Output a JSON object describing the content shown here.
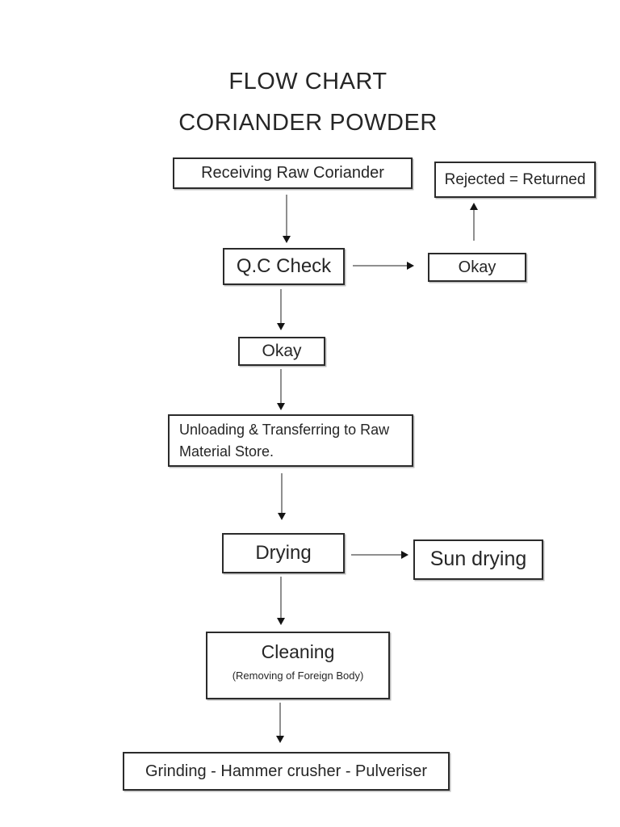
{
  "document": {
    "title": "FLOW CHART",
    "subtitle": "CORIANDER POWDER"
  },
  "nodes": {
    "receiving": {
      "label": "Receiving Raw Coriander"
    },
    "rejected": {
      "label": "Rejected = Returned"
    },
    "qc_check": {
      "label": "Q.C Check"
    },
    "okay_right": {
      "label": "Okay"
    },
    "okay_center": {
      "label": "Okay"
    },
    "unloading": {
      "line1": "Unloading & Transferring to Raw",
      "line2": "Material Store."
    },
    "drying": {
      "label": "Drying"
    },
    "sun_drying": {
      "label": "Sun drying"
    },
    "cleaning": {
      "label": "Cleaning",
      "sublabel": "(Removing of Foreign Body)"
    },
    "grinding": {
      "label": "Grinding - Hammer crusher - Pulveriser"
    }
  },
  "colors": {
    "page_bg": "#ffffff",
    "box_border": "#2b2b2b",
    "text": "#262626",
    "arrow_shaft": "#8f8f8f",
    "arrow_head": "#141414"
  }
}
